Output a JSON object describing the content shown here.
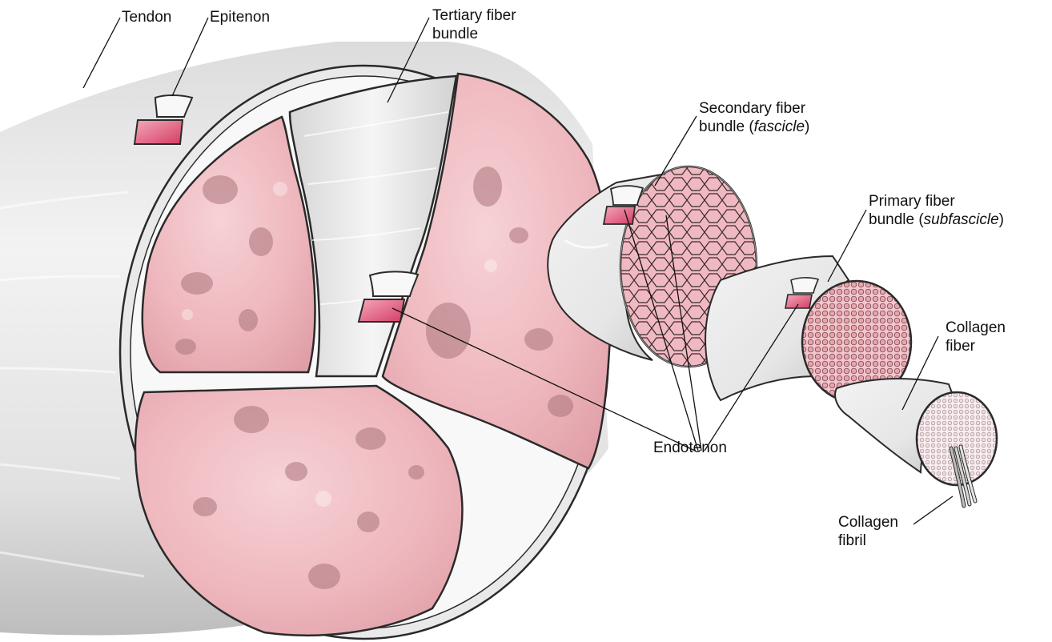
{
  "colors": {
    "tissue_pink": "#eeb7bd",
    "tissue_pink_dark": "#d98f99",
    "sheath_white": "#ececec",
    "sheath_shadow": "#c9c9c9",
    "outline": "#2a2a2a",
    "cut_flap_pink": "#d9456a"
  },
  "labels": {
    "tendon": "Tendon",
    "epitenon": "Epitenon",
    "tertiary": {
      "line1": "Tertiary fiber",
      "line2": "bundle"
    },
    "secondary": {
      "line1": "Secondary fiber",
      "line2_pre": "bundle (",
      "line2_em": "fascicle",
      "line2_post": ")"
    },
    "primary": {
      "line1": "Primary fiber",
      "line2_pre": "bundle (",
      "line2_em": "subfascicle",
      "line2_post": ")"
    },
    "collagen_fiber": {
      "line1": "Collagen",
      "line2": "fiber"
    },
    "endotenon": "Endotenon",
    "collagen_fibril": {
      "line1": "Collagen",
      "line2": "fibril"
    }
  }
}
